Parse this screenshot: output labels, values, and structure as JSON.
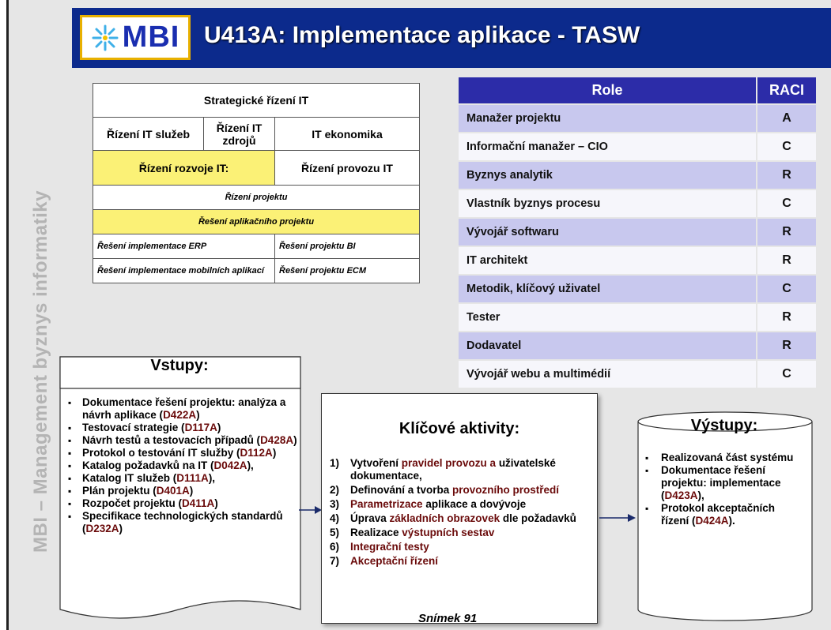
{
  "header": {
    "logo_text": "MBI",
    "title": "U413A: Implementace aplikace - TASW",
    "bg_color": "#0c2a8c",
    "logo_border_color": "#e8b000"
  },
  "side_label": "MBI – Management byznys informatiky",
  "org_table": {
    "strategic": "Strategické řízení IT",
    "services": "Řízení IT služeb",
    "resources": "Řízení IT zdrojů",
    "economics": "IT ekonomika",
    "development": "Řízení rozvoje IT:",
    "operations": "Řízení provozu IT",
    "project_mgmt": "Řízení projektu",
    "app_project": "Řešení aplikačního projektu",
    "erp": "Řešení implementace ERP",
    "bi": "Řešení projektu BI",
    "mobile": "Řešení implementace mobilních aplikací",
    "ecm": "Řešení projektu ECM",
    "highlight_color": "#fbf176"
  },
  "raci": {
    "header_role": "Role",
    "header_raci": "RACI",
    "rows": [
      {
        "role": "Manažer projektu",
        "value": "A"
      },
      {
        "role": "Informační manažer – CIO",
        "value": "C"
      },
      {
        "role": "Byznys analytik",
        "value": "R"
      },
      {
        "role": "Vlastník byznys procesu",
        "value": "C"
      },
      {
        "role": "Vývojář softwaru",
        "value": "R"
      },
      {
        "role": "IT architekt",
        "value": "R"
      },
      {
        "role": "Metodik, klíčový uživatel",
        "value": "C"
      },
      {
        "role": "Tester",
        "value": "R"
      },
      {
        "role": "Dodavatel",
        "value": "R"
      },
      {
        "role": "Vývojář webu a multimédií",
        "value": "C"
      }
    ]
  },
  "inputs": {
    "title": "Vstupy:",
    "items": [
      {
        "text": "Dokumentace řešení projektu: analýza a návrh aplikace (",
        "code": "D422A",
        "suffix": ")"
      },
      {
        "text": "Testovací strategie (",
        "code": "D117A",
        "suffix": ")"
      },
      {
        "text": "Návrh testů a testovacích případů (",
        "code": "D428A",
        "suffix": ")"
      },
      {
        "text": "Protokol o testování IT služby (",
        "code": "D112A",
        "suffix": ")"
      },
      {
        "text": "Katalog požadavků na IT (",
        "code": "D042A",
        "suffix": "),"
      },
      {
        "text": "Katalog IT služeb (",
        "code": "D111A",
        "suffix": "),"
      },
      {
        "text": "Plán projektu (",
        "code": "D401A",
        "suffix": ")"
      },
      {
        "text": "Rozpočet projektu (",
        "code": "D411A",
        "suffix": ")"
      },
      {
        "text": "Specifikace technologických standardů (",
        "code": "D232A",
        "suffix": ")"
      }
    ]
  },
  "activities": {
    "title": "Klíčové aktivity:",
    "items": [
      {
        "num": "1)",
        "pre": "Vytvoření ",
        "hl": "pravidel provozu a",
        "post": " uživatelské dokumentace,"
      },
      {
        "num": "2)",
        "pre": "Definování a tvorba ",
        "hl": "provozního prostředí",
        "post": ""
      },
      {
        "num": "3)",
        "pre": "",
        "hl": "Parametrizace",
        "post": " aplikace a dovývoje"
      },
      {
        "num": "4)",
        "pre": "Úprava ",
        "hl": "základních obrazovek",
        "post": " dle požadavků"
      },
      {
        "num": "5)",
        "pre": "Realizace ",
        "hl": "výstupních sestav",
        "post": ""
      },
      {
        "num": "6)",
        "pre": "",
        "hl": "Integrační testy",
        "post": ""
      },
      {
        "num": "7)",
        "pre": "",
        "hl": "Akceptační řízení",
        "post": ""
      }
    ],
    "slide_label": "Snímek 91"
  },
  "outputs": {
    "title": "Výstupy:",
    "items": [
      {
        "text": "Realizovaná část systému",
        "code": "",
        "suffix": ""
      },
      {
        "text": "Dokumentace řešení projektu: implementace (",
        "code": "D423A",
        "suffix": "),"
      },
      {
        "text": "Protokol akceptačních řízení (",
        "code": "D424A",
        "suffix": ")."
      }
    ]
  }
}
